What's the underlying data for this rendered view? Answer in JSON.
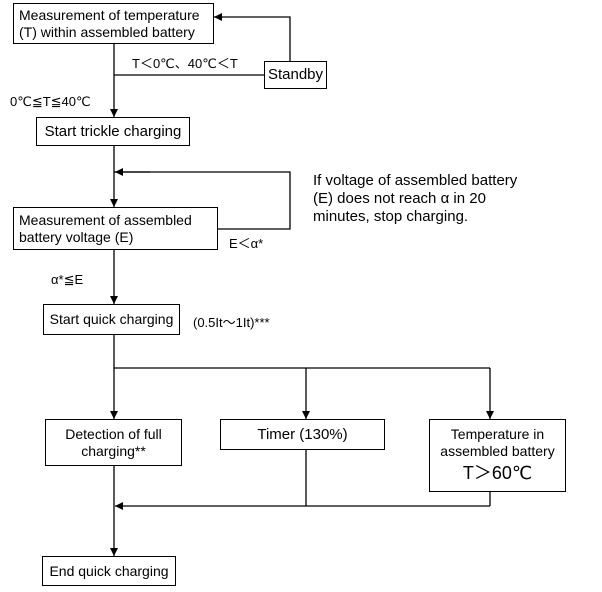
{
  "nodes": {
    "measure_temp": "Measurement of temperature\n(T) within assembled battery",
    "standby": "Standby",
    "trickle": "Start trickle charging",
    "measure_voltage": "Measurement of assembled\nbattery voltage (E)",
    "quick": "Start quick charging",
    "detect_full": "Detection of full\ncharging**",
    "timer": "Timer (130%)",
    "temp_box_line1": "Temperature in\nassembled battery",
    "temp_box_line2": "T＞60℃",
    "end_quick": "End quick charging"
  },
  "labels": {
    "temp_out_of_range": "T＜0℃、40℃＜T",
    "temp_in_range": "0℃≦T≦40℃",
    "voltage_low": "E＜α*",
    "voltage_ok": "α*≦E",
    "quick_rate": "(0.5It～1It)***"
  },
  "note": "If voltage of assembled battery\n(E) does not reach  α  in 20\nminutes, stop charging."
}
